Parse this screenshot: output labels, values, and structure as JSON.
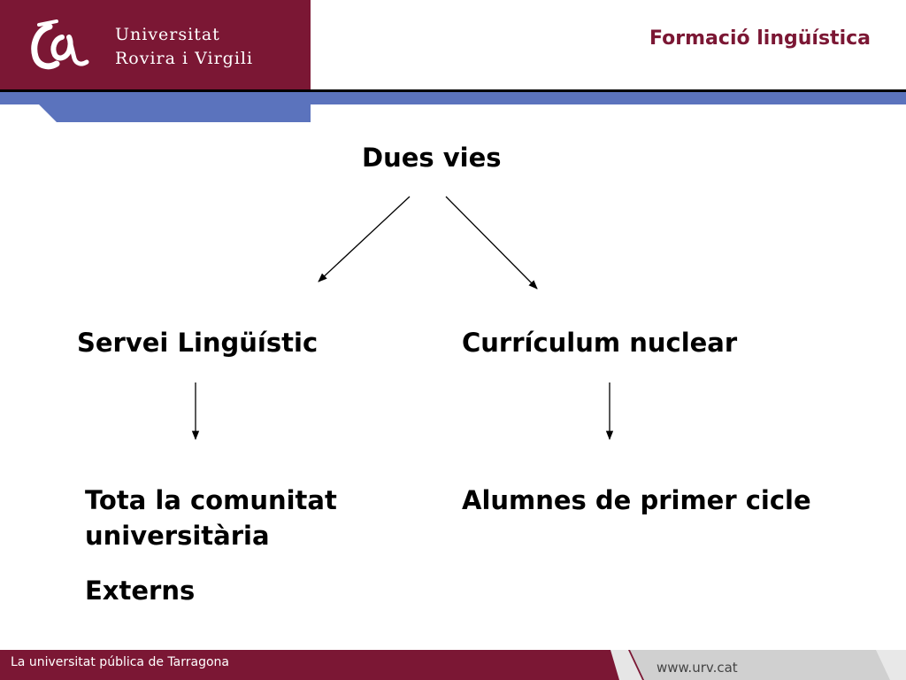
{
  "header": {
    "logo": {
      "line1": "Universitat",
      "line2": "Rovira i Virgili"
    },
    "title": "Formació lingüística"
  },
  "diagram": {
    "root": "Dues vies",
    "branches": [
      {
        "label": "Servei Lingüístic",
        "targets": [
          "Tota la comunitat",
          "universitària",
          "Externs"
        ]
      },
      {
        "label": "Currículum nuclear",
        "targets": [
          "Alumnes de primer cicle"
        ]
      }
    ]
  },
  "footer": {
    "tagline": "La universitat pública de Tarragona",
    "url": "www.urv.cat"
  },
  "colors": {
    "brand": "#7b1734",
    "accent_blue": "#5b73bd",
    "footer_grey": "#d0d0d0"
  }
}
